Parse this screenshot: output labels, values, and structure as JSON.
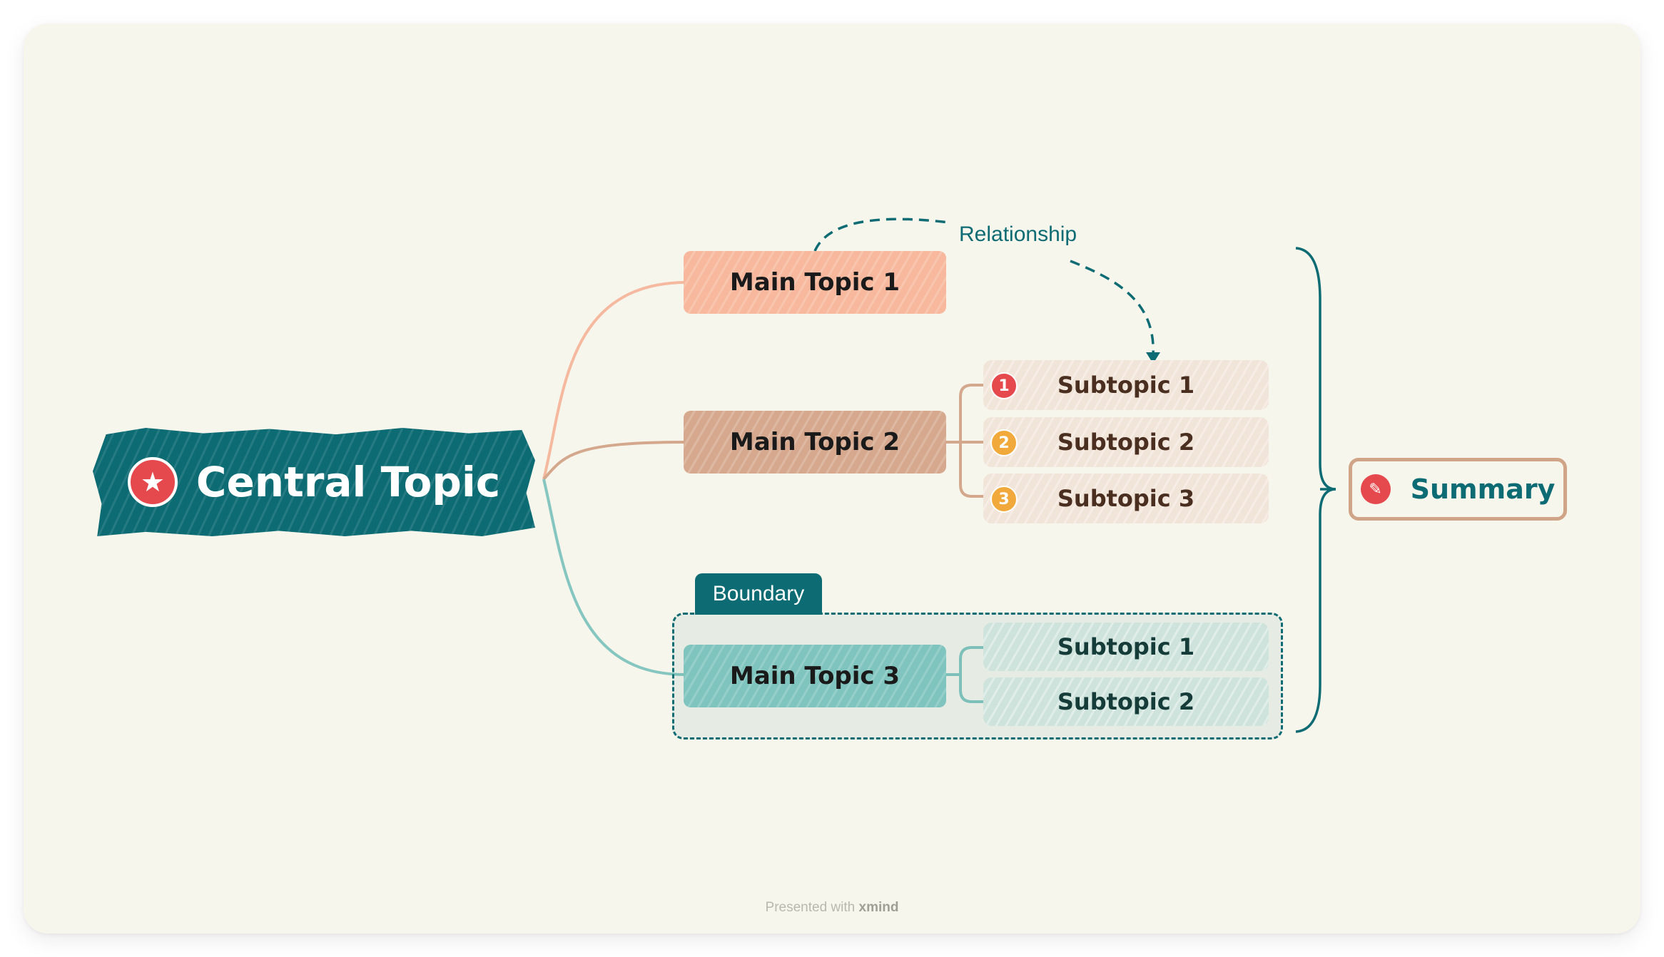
{
  "central": {
    "label": "Central Topic",
    "icon": "star-icon"
  },
  "main_topics": [
    {
      "label": "Main Topic 1",
      "color": "#f7b89e"
    },
    {
      "label": "Main Topic 2",
      "color": "#d6a98e"
    },
    {
      "label": "Main Topic 3",
      "color": "#7fc4be"
    }
  ],
  "topic2_subtopics": [
    {
      "label": "Subtopic 1",
      "marker": "1",
      "marker_color": "#e5484d"
    },
    {
      "label": "Subtopic 2",
      "marker": "2",
      "marker_color": "#f2a93b"
    },
    {
      "label": "Subtopic 3",
      "marker": "3",
      "marker_color": "#f2a93b"
    }
  ],
  "topic3_subtopics": [
    {
      "label": "Subtopic 1"
    },
    {
      "label": "Subtopic 2"
    }
  ],
  "relationship": {
    "label": "Relationship"
  },
  "boundary": {
    "label": "Boundary"
  },
  "summary": {
    "label": "Summary",
    "icon": "pin-icon"
  },
  "footer": {
    "prefix": "Presented with",
    "brand": "xmind"
  },
  "colors": {
    "accent": "#0d6b73",
    "background": "#f7f6ec",
    "marker_red": "#e5484d",
    "marker_orange": "#f2a93b"
  }
}
